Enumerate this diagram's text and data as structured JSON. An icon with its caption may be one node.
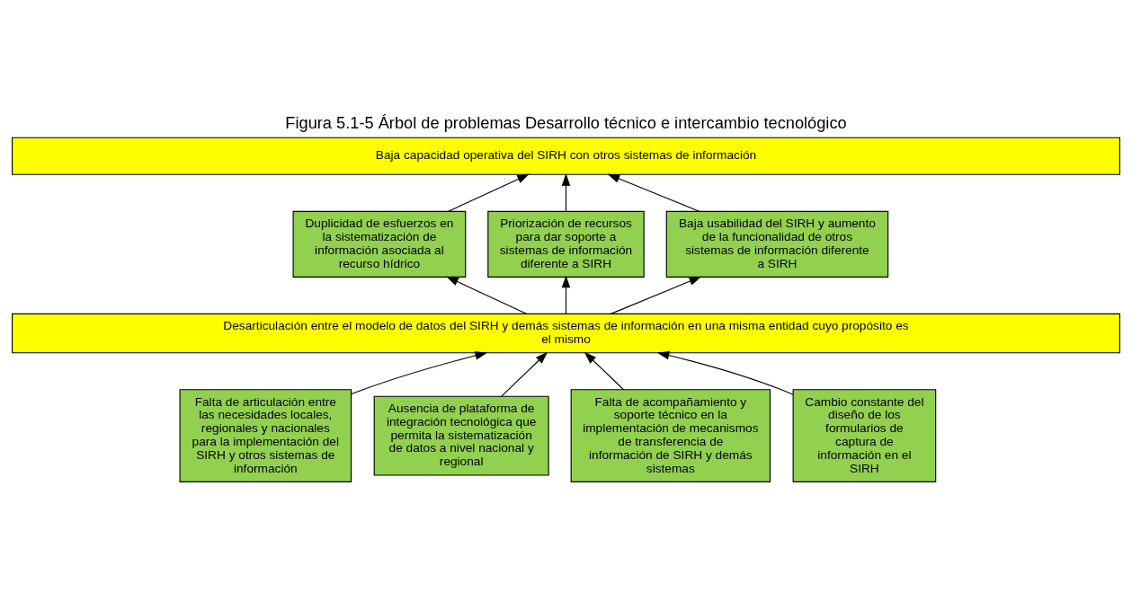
{
  "diagram": {
    "title": "Figura 5.1-5 Árbol de problemas Desarrollo técnico e intercambio tecnológico",
    "nodes": [
      {
        "text": [
          "Baja capacidad operativa del SIRH con otros sistemas de información"
        ]
      },
      {
        "text": [
          "Duplicidad de esfuerzos en la sistematización de información asociada al recurso hídrico"
        ]
      },
      {
        "text": [
          "Priorización de recursos para dar soporte a sistemas de información diferente a SIRH"
        ]
      },
      {
        "text": [
          "Baja usabilidad del SIRH y aumento de la funcionalidad de otros sistemas de información diferente a SIRH"
        ]
      },
      {
        "text": [
          "Desarticulación entre el modelo de datos del SIRH y demás sistemas de información en una misma entidad cuyo propósito es el mismo"
        ]
      },
      {
        "text": [
          "Falta de articulación entre las necesidades locales, regionales y nacionales para la implementación del SIRH y otros sistemas de información"
        ]
      },
      {
        "text": [
          "Ausencia de plataforma de integración tecnológica que permita la sistematización de datos a nivel nacional y regional"
        ]
      },
      {
        "text": [
          "Falta de acompañamiento y soporte técnico en la implementación de mecanismos de transferencia de información de SIRH y demás sistemas"
        ]
      },
      {
        "text": [
          "Cambio constante del diseño de los formularios de captura de información en el SIRH"
        ]
      }
    ],
    "edges": [
      {
        "from": 1,
        "to": 0,
        "arrow": "to"
      },
      {
        "from": 2,
        "to": 0,
        "arrow": "to"
      },
      {
        "from": 3,
        "to": 0,
        "arrow": "to"
      },
      {
        "from": 4,
        "to": 1,
        "arrow": "to"
      },
      {
        "from": 4,
        "to": 2,
        "arrow": "to"
      },
      {
        "from": 4,
        "to": 3,
        "arrow": "to"
      },
      {
        "from": 5,
        "to": 4,
        "arrow": "to"
      },
      {
        "from": 6,
        "to": 4,
        "arrow": "to"
      },
      {
        "from": 7,
        "to": 4,
        "arrow": "to"
      },
      {
        "from": 8,
        "to": 4,
        "arrow": "to"
      }
    ]
  }
}
